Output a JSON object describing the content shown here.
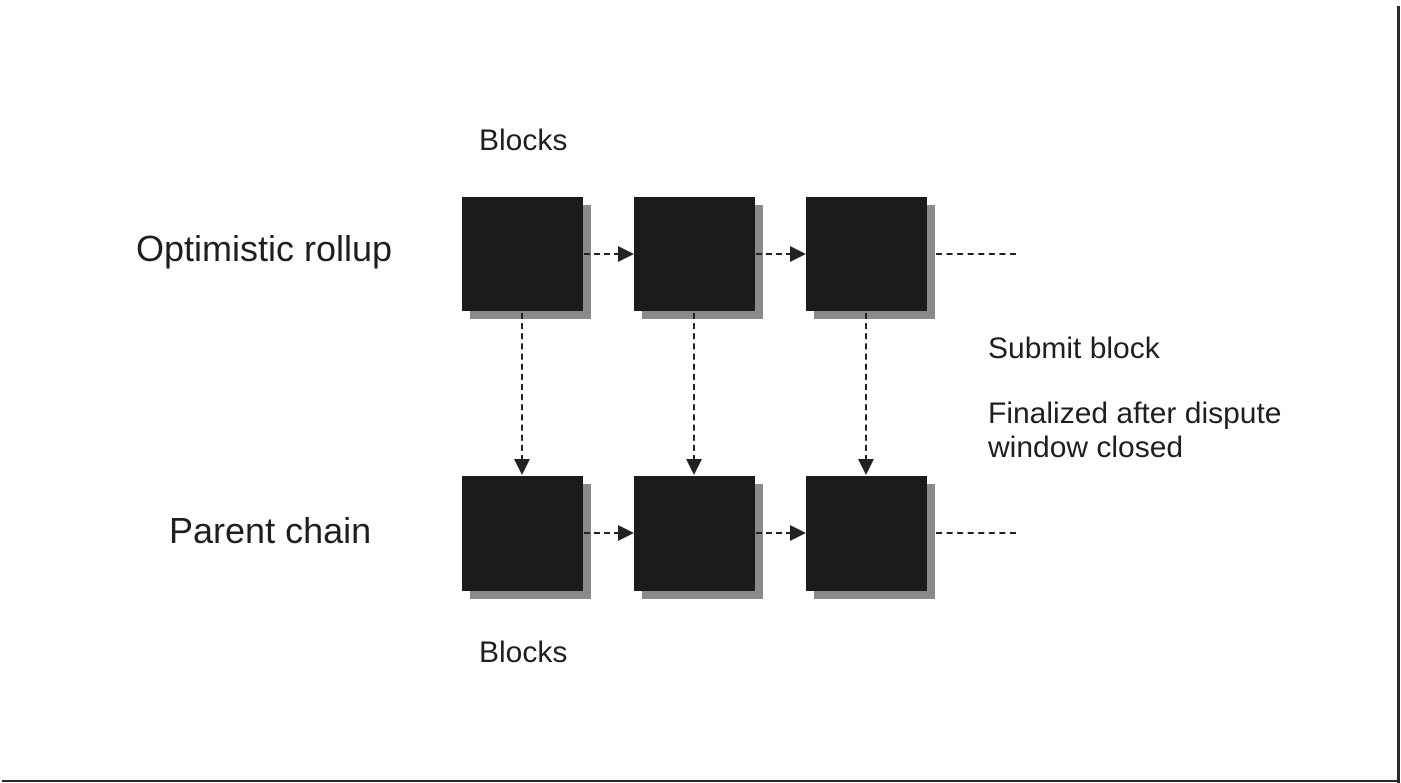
{
  "labels": {
    "top_row": "Optimistic rollup",
    "bottom_row": "Parent chain",
    "top_blocks": "Blocks",
    "bottom_blocks": "Blocks"
  },
  "annotations": {
    "submit_block": "Submit block",
    "finalized": "Finalized after dispute window closed"
  },
  "colors": {
    "block": "#1b1b1b",
    "shadow": "#8a8a8a",
    "text": "#1f1f1f",
    "line": "#222222",
    "border": "#2b2b2b"
  }
}
